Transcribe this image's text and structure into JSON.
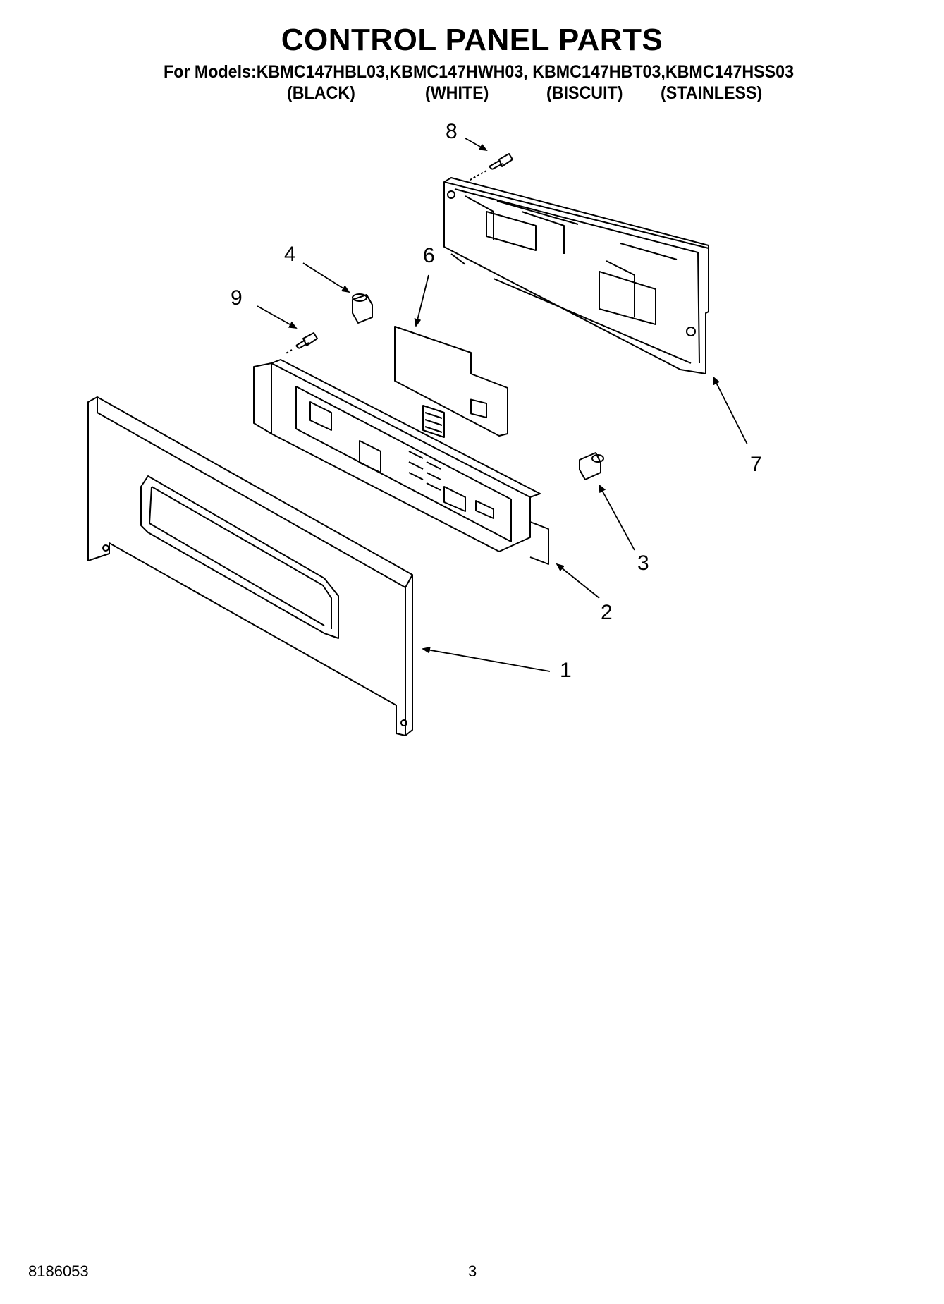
{
  "header": {
    "title": "CONTROL PANEL PARTS",
    "models_line": "For Models:KBMC147HBL03,KBMC147HWH03, KBMC147HBT03,KBMC147HSS03",
    "colors": [
      "(BLACK)",
      "(WHITE)",
      "(BISCUIT)",
      "(STAINLESS)"
    ]
  },
  "callouts": {
    "c1": "1",
    "c2": "2",
    "c3": "3",
    "c4": "4",
    "c6": "6",
    "c7": "7",
    "c8": "8",
    "c9": "9"
  },
  "footer": {
    "doc_number": "8186053",
    "page_number": "3"
  }
}
